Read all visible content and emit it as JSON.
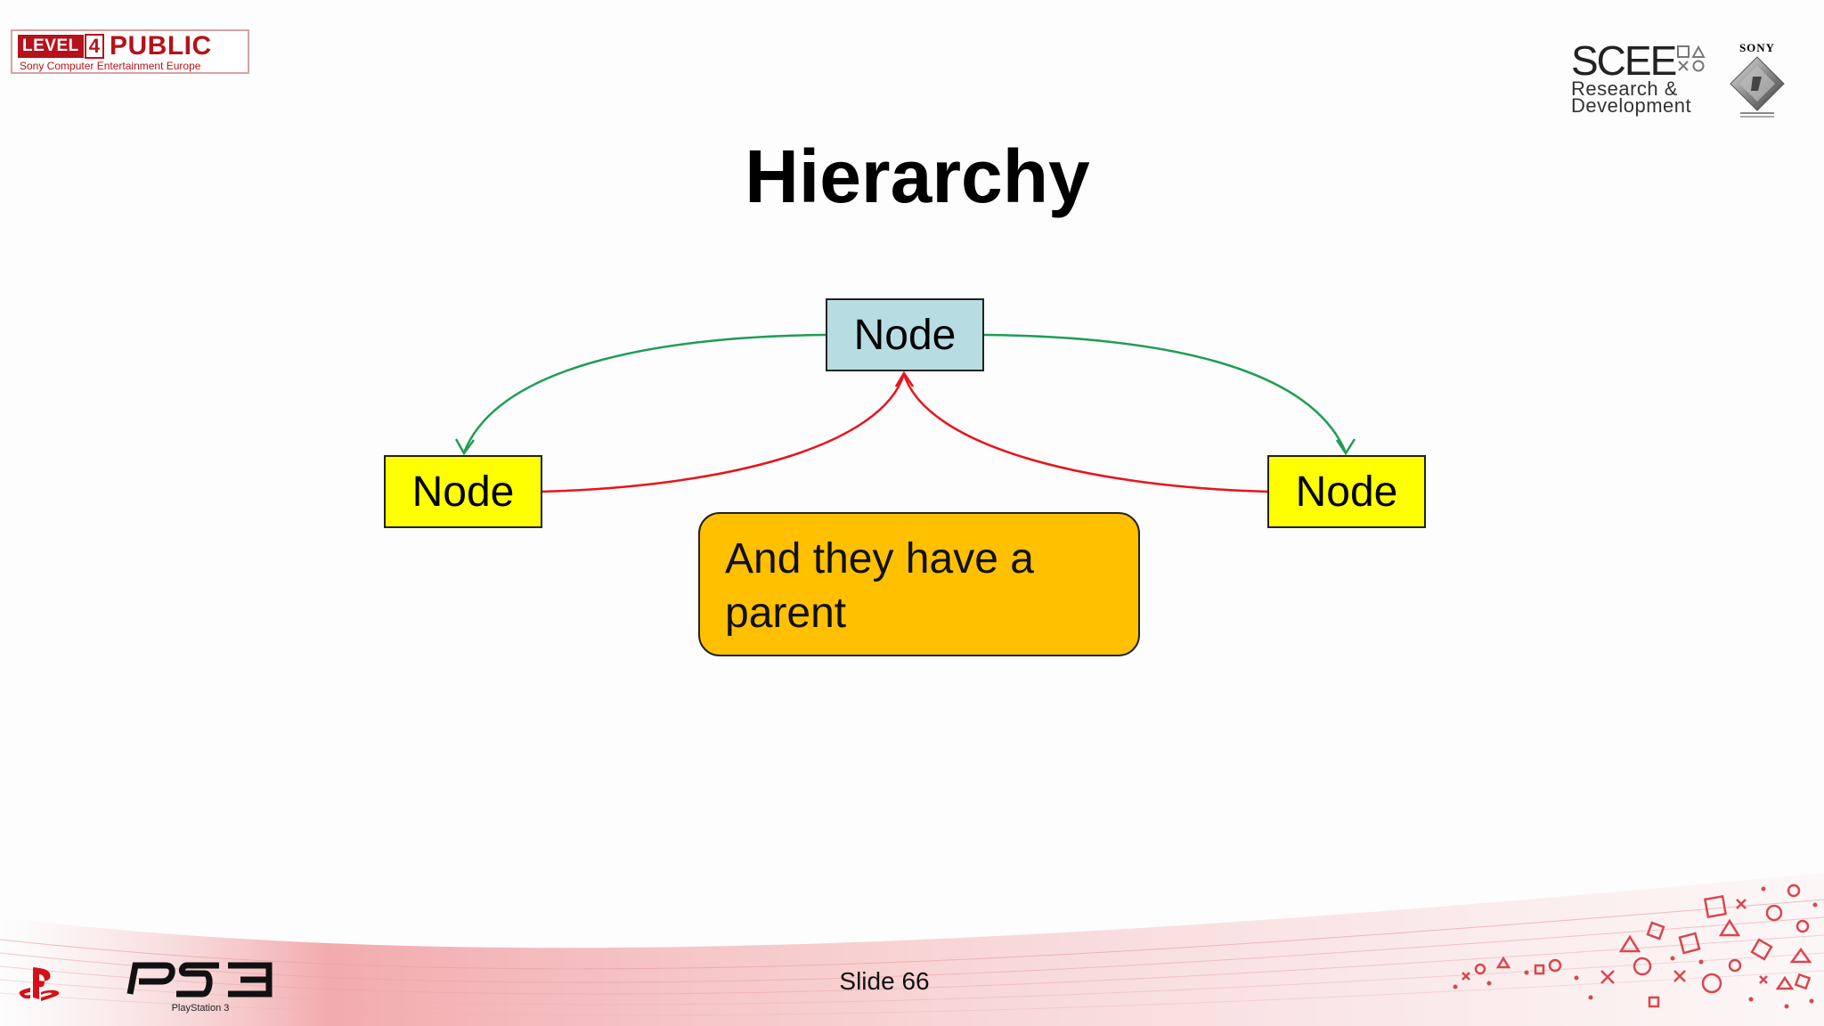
{
  "badge": {
    "level_word": "LEVEL",
    "level_number": "4",
    "classification": "PUBLIC",
    "company": "Sony Computer Entertainment Europe"
  },
  "brand": {
    "scee": "SCEE",
    "scee_sub_1": "Research &",
    "scee_sub_2": "Development",
    "sony": "SONY"
  },
  "slide": {
    "title": "Hierarchy",
    "slide_number": "Slide 66"
  },
  "diagram": {
    "root_node": "Node",
    "left_node": "Node",
    "right_node": "Node",
    "callout": "And they have a parent",
    "colors": {
      "root_fill": "#b7dde2",
      "child_fill": "#ffff00",
      "callout_fill": "#ffc000",
      "child_arrow": "#1f9d55",
      "parent_arrow": "#e8141b"
    }
  },
  "footer": {
    "ps3_label": "PlayStation 3",
    "icons": [
      "playstation-logo-icon",
      "ps3-logo-icon",
      "playstation-shapes-icon"
    ]
  }
}
